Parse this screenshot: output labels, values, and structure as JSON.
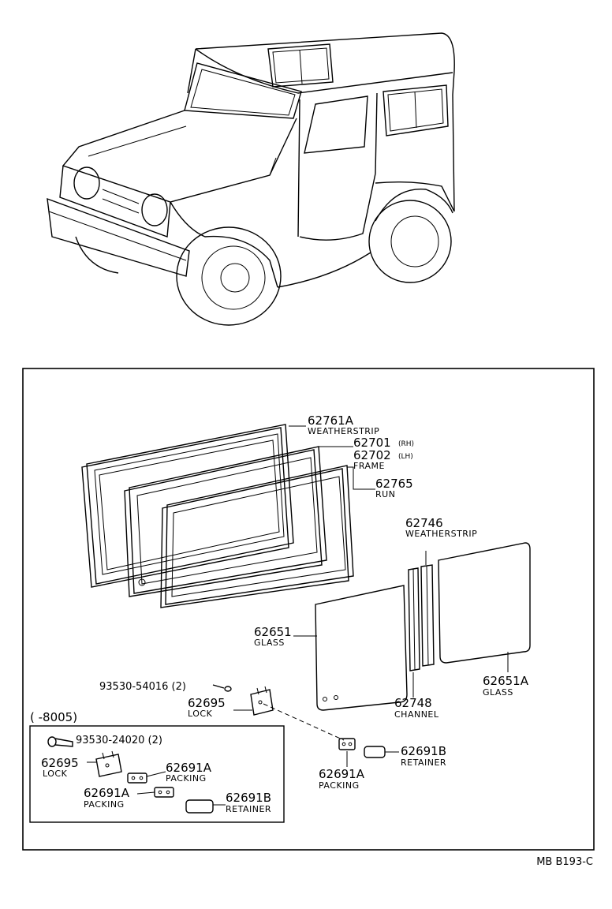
{
  "diagram_code": "MB B193-C",
  "serial_group": "(      -8005)",
  "callouts": {
    "weatherstrip_a": {
      "number": "62761A",
      "name": "WEATHERSTRIP"
    },
    "frame": {
      "number_rh": "62701",
      "suffix_rh": "(RH)",
      "number_lh": "62702",
      "suffix_lh": "(LH)",
      "name": "FRAME"
    },
    "run": {
      "number": "62765",
      "name": "RUN"
    },
    "weatherstrip_b": {
      "number": "62746",
      "name": "WEATHERSTRIP"
    },
    "glass": {
      "number": "62651",
      "name": "GLASS"
    },
    "glass_a": {
      "number": "62651A",
      "name": "GLASS"
    },
    "channel": {
      "number": "62748",
      "name": "CHANNEL"
    },
    "screw": {
      "number": "93530-54016 (2)"
    },
    "lock": {
      "number": "62695",
      "name": "LOCK"
    },
    "packing": {
      "number": "62691A",
      "name": "PACKING"
    },
    "retainer": {
      "number": "62691B",
      "name": "RETAINER"
    }
  },
  "inset": {
    "screw": {
      "number": "93530-24020 (2)"
    },
    "lock": {
      "number": "62695",
      "name": "LOCK"
    },
    "packing_1": {
      "number": "62691A",
      "name": "PACKING"
    },
    "packing_2": {
      "number": "62691A",
      "name": "PACKING"
    },
    "retainer": {
      "number": "62691B",
      "name": "RETAINER"
    }
  }
}
